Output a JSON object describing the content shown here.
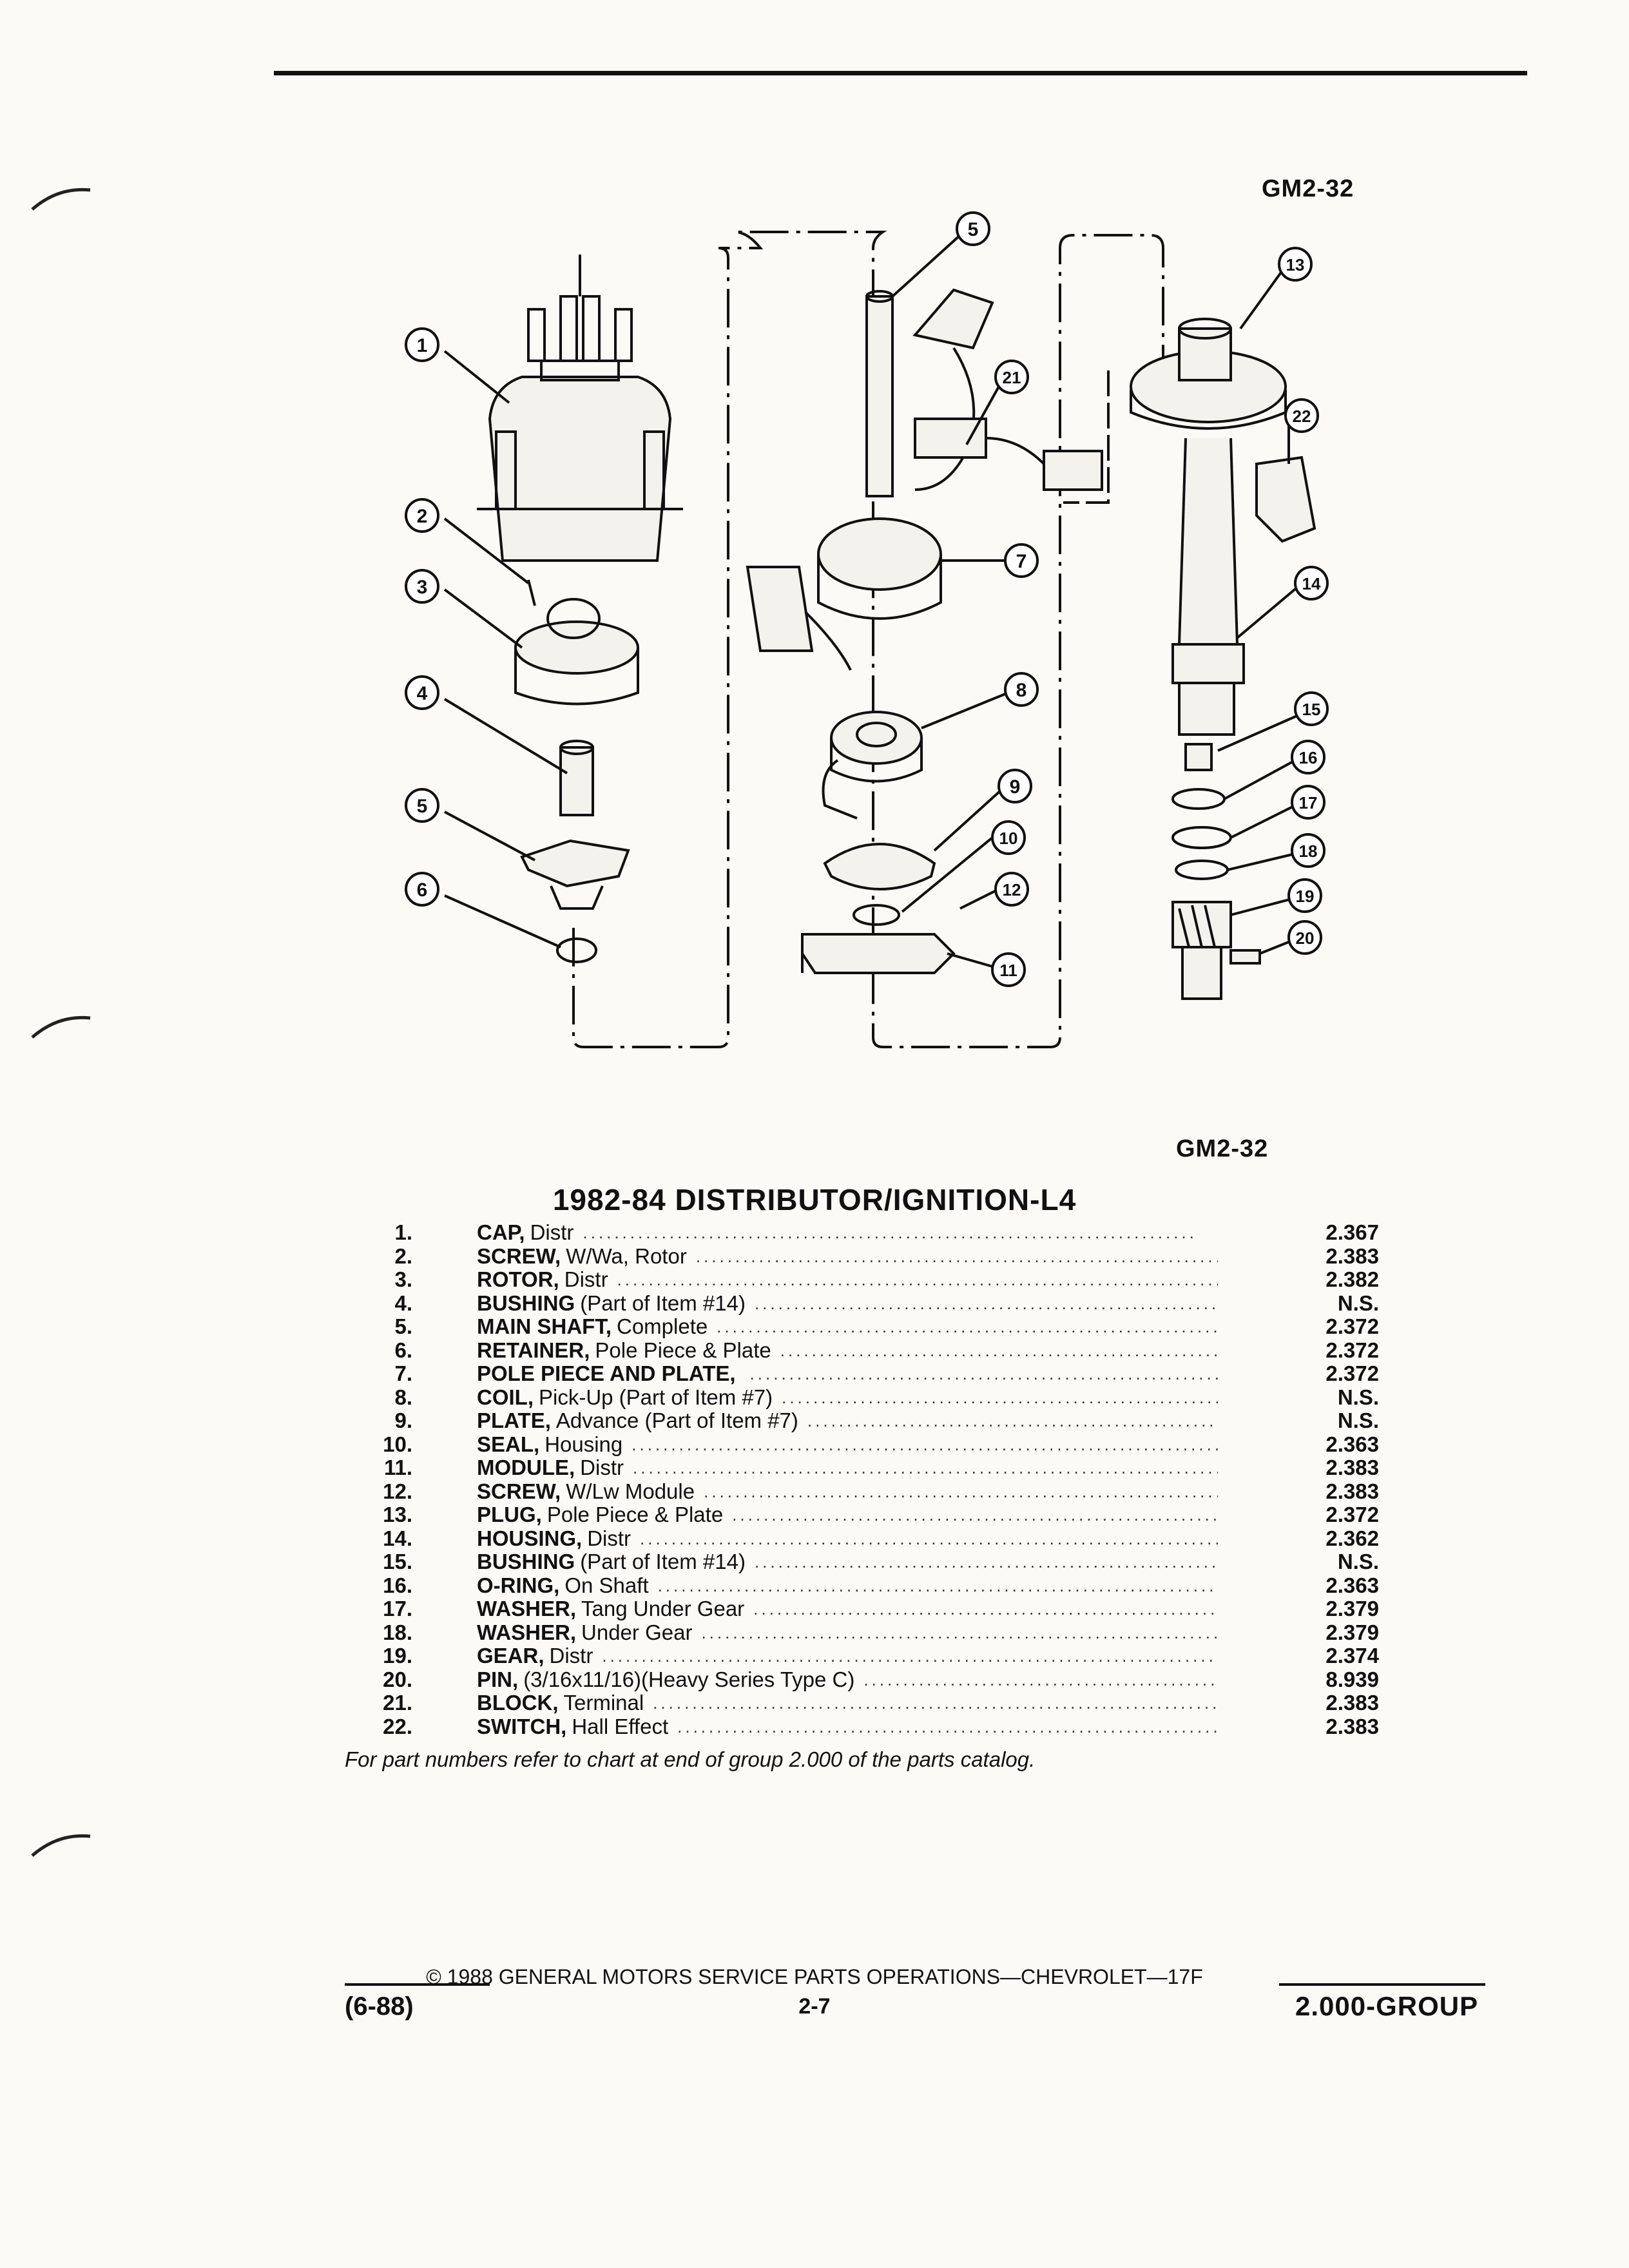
{
  "figure_code_top": "GM2-32",
  "figure_code_bottom": "GM2-32",
  "callouts": [
    "1",
    "2",
    "3",
    "4",
    "5",
    "6",
    "5",
    "7",
    "8",
    "9",
    "10",
    "11",
    "12",
    "13",
    "14",
    "15",
    "16",
    "17",
    "18",
    "19",
    "20",
    "21",
    "22"
  ],
  "title": "1982-84 DISTRIBUTOR/IGNITION-L4",
  "parts": [
    {
      "num": "1.",
      "name": "CAP,",
      "desc": "Distr",
      "group": "2.367"
    },
    {
      "num": "2.",
      "name": "SCREW,",
      "desc": "W/Wa, Rotor",
      "group": "2.383"
    },
    {
      "num": "3.",
      "name": "ROTOR,",
      "desc": "Distr",
      "group": "2.382"
    },
    {
      "num": "4.",
      "name": "BUSHING",
      "desc": "(Part of Item #14)",
      "group": "N.S."
    },
    {
      "num": "5.",
      "name": "MAIN SHAFT,",
      "desc": "Complete",
      "group": "2.372"
    },
    {
      "num": "6.",
      "name": "RETAINER,",
      "desc": "Pole Piece & Plate",
      "group": "2.372"
    },
    {
      "num": "7.",
      "name": "POLE PIECE AND PLATE,",
      "desc": "",
      "group": "2.372"
    },
    {
      "num": "8.",
      "name": "COIL,",
      "desc": "Pick-Up (Part of Item #7)",
      "group": "N.S."
    },
    {
      "num": "9.",
      "name": "PLATE,",
      "desc": "Advance (Part of Item #7)",
      "group": "N.S."
    },
    {
      "num": "10.",
      "name": "SEAL,",
      "desc": "Housing",
      "group": "2.363"
    },
    {
      "num": "11.",
      "name": "MODULE,",
      "desc": "Distr",
      "group": "2.383"
    },
    {
      "num": "12.",
      "name": "SCREW,",
      "desc": "W/Lw Module",
      "group": "2.383"
    },
    {
      "num": "13.",
      "name": "PLUG,",
      "desc": "Pole Piece & Plate",
      "group": "2.372"
    },
    {
      "num": "14.",
      "name": "HOUSING,",
      "desc": "Distr",
      "group": "2.362"
    },
    {
      "num": "15.",
      "name": "BUSHING",
      "desc": "(Part of Item #14)",
      "group": "N.S."
    },
    {
      "num": "16.",
      "name": "O-RING,",
      "desc": "On Shaft",
      "group": "2.363"
    },
    {
      "num": "17.",
      "name": "WASHER,",
      "desc": "Tang Under Gear",
      "group": "2.379"
    },
    {
      "num": "18.",
      "name": "WASHER,",
      "desc": "Under Gear",
      "group": "2.379"
    },
    {
      "num": "19.",
      "name": "GEAR,",
      "desc": "Distr",
      "group": "2.374"
    },
    {
      "num": "20.",
      "name": "PIN,",
      "desc": "(3/16x11/16)(Heavy Series Type C)",
      "group": "8.939"
    },
    {
      "num": "21.",
      "name": "BLOCK,",
      "desc": "Terminal",
      "group": "2.383"
    },
    {
      "num": "22.",
      "name": "SWITCH,",
      "desc": "Hall Effect",
      "group": "2.383"
    }
  ],
  "footnote": "For part numbers refer to chart at end of group 2.000 of the parts catalog.",
  "copyright": "© 1988 GENERAL MOTORS SERVICE PARTS OPERATIONS—CHEVROLET—17F",
  "page_date": "(6-88)",
  "page_number": "2-7",
  "group_label": "2.000-GROUP"
}
